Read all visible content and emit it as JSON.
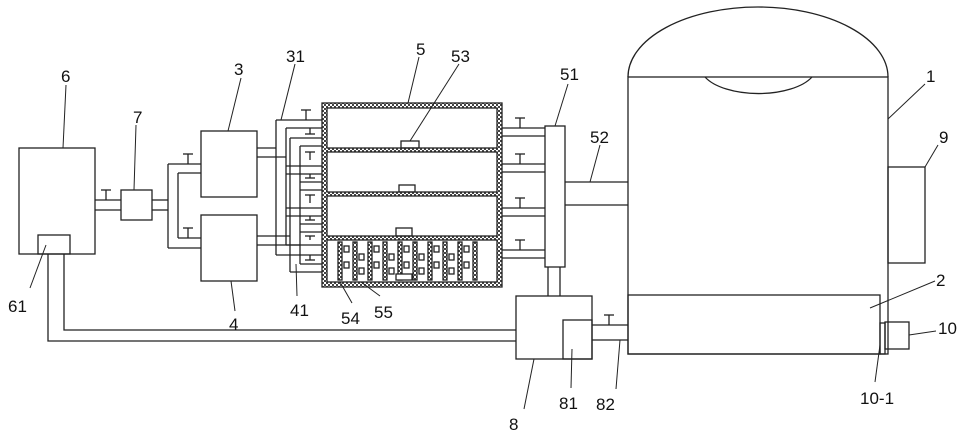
{
  "diagram": {
    "labels": {
      "l1": "1",
      "l2": "2",
      "l3": "3",
      "l4": "4",
      "l5": "5",
      "l6": "6",
      "l7": "7",
      "l8": "8",
      "l9": "9",
      "l10": "10",
      "l10_1": "10-1",
      "l31": "31",
      "l41": "41",
      "l51": "51",
      "l52": "52",
      "l53": "53",
      "l54": "54",
      "l55": "55",
      "l61": "61",
      "l81": "81",
      "l82": "82"
    }
  }
}
